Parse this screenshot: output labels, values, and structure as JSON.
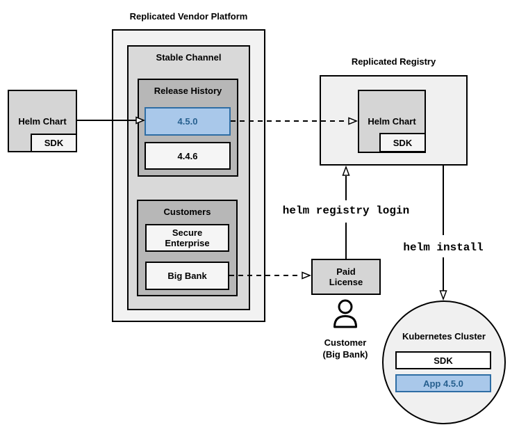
{
  "platform": {
    "title": "Replicated Vendor Platform",
    "stable_channel_label": "Stable Channel",
    "release_history_label": "Release History",
    "releases": [
      {
        "version": "4.5.0",
        "highlighted": true
      },
      {
        "version": "4.4.6",
        "highlighted": false
      }
    ],
    "customers_label": "Customers",
    "customers": [
      {
        "name": "Secure Enterprise"
      },
      {
        "name": "Big Bank"
      }
    ]
  },
  "source_chart": {
    "label": "Helm Chart",
    "sdk_label": "SDK"
  },
  "registry": {
    "title": "Replicated Registry",
    "chart_label": "Helm Chart",
    "sdk_label": "SDK"
  },
  "license": {
    "label": "Paid License"
  },
  "customer": {
    "name": "Customer",
    "detail": "(Big Bank)"
  },
  "commands": {
    "login": "helm registry login",
    "install": "helm install"
  },
  "cluster": {
    "title": "Kubernetes Cluster",
    "sdk_label": "SDK",
    "app_label": "App 4.5.0"
  },
  "colors": {
    "highlight_fill": "#a9c8ea",
    "highlight_border": "#2e6da4",
    "highlight_text": "#27608f",
    "platform_fill": "#f2f2f2",
    "channel_fill": "#d9d9d9",
    "group_fill": "#b7b7b7",
    "item_fill": "#f5f5f5",
    "chart_fill": "#d5d5d5",
    "line_color": "#000000"
  }
}
